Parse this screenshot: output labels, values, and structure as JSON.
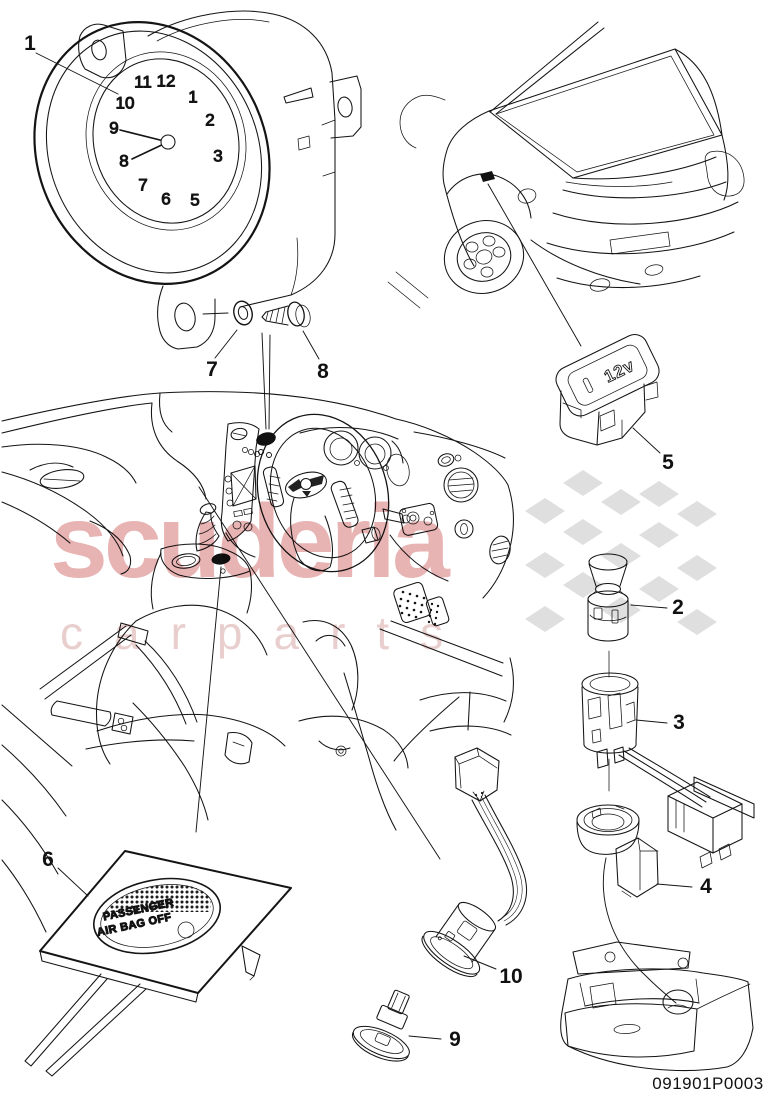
{
  "diagram": {
    "part_number": "091901P0003",
    "callouts": {
      "c1": "1",
      "c2": "2",
      "c3": "3",
      "c4": "4",
      "c5": "5",
      "c6": "6",
      "c7": "7",
      "c8": "8",
      "c9": "9",
      "c10": "10"
    },
    "labels": {
      "socket_12v": "12v",
      "airbag_line1": "PASSENGER",
      "airbag_line2": "AIR BAG OFF"
    },
    "clock_numerals": {
      "n12": "12",
      "n1": "1",
      "n2": "2",
      "n3": "3",
      "n5": "5",
      "n6": "6",
      "n7": "7",
      "n8": "8",
      "n9": "9",
      "n10": "10",
      "n11": "11"
    },
    "watermark": {
      "brand": "scuderia",
      "sub": "carparts",
      "brand_color": "#c64b4b",
      "sub_color": "#cf9292",
      "flag_color": "#dadada"
    },
    "line_color": "#141414"
  }
}
